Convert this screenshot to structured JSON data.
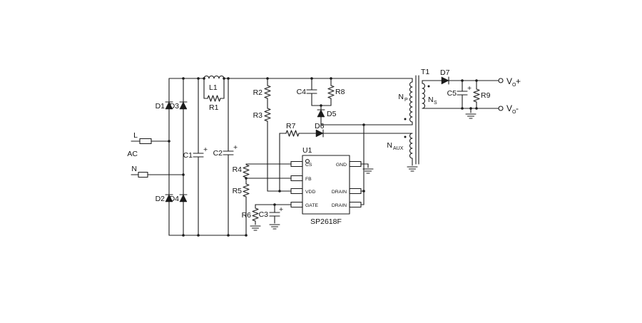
{
  "labels": {
    "l": "L",
    "ac": "AC",
    "n": "N",
    "d1": "D1",
    "d2": "D2",
    "d3": "D3",
    "d4": "D4",
    "c1": "C1",
    "c2": "C2",
    "l1": "L1",
    "r1": "R1",
    "r2": "R2",
    "r3": "R3",
    "c4": "C4",
    "r8": "R8",
    "d5": "D5",
    "r7": "R7",
    "d6": "D6",
    "r4": "R4",
    "r5": "R5",
    "r6": "R6",
    "c3": "C3",
    "d7": "D7",
    "c5": "C5",
    "r9": "R9",
    "plus": "+"
  },
  "ic": {
    "ref": "U1",
    "part": "SP2618F",
    "pins_left": [
      "CS",
      "FB",
      "VDD",
      "GATE"
    ],
    "pins_right": [
      "GND",
      "DRAIN",
      "DRAIN"
    ]
  },
  "transformer": {
    "ref": "T1",
    "np_base": "N",
    "np_sub": "P",
    "ns_base": "N",
    "ns_sub": "S",
    "naux_base": "N",
    "naux_sub": "AUX"
  },
  "outputs": {
    "vop_base": "V",
    "vop_sub": "O",
    "vop_sign": "+",
    "vom_base": "V",
    "vom_sub": "O",
    "vom_sign": "-"
  },
  "colors": {
    "line": "#1b1b1b",
    "bg": "#ffffff"
  }
}
